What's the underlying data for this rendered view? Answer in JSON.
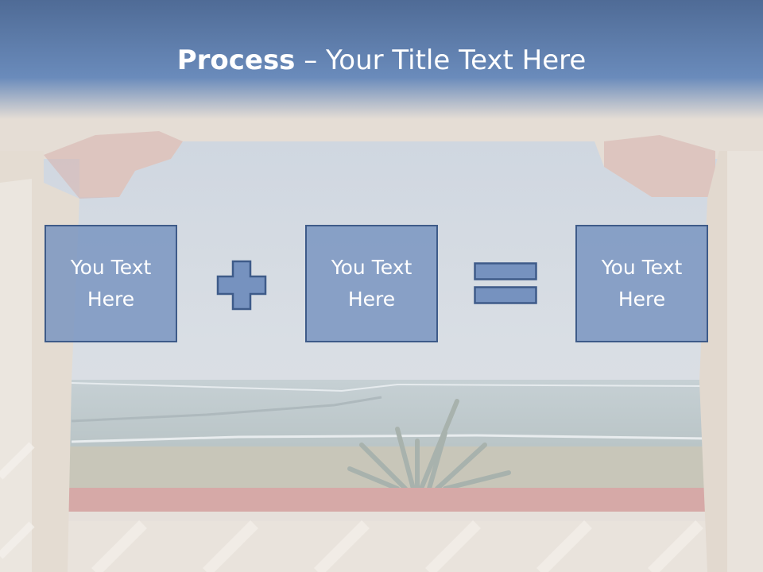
{
  "title": {
    "bold": "Process",
    "rest": " – Your Title Text Here"
  },
  "boxes": [
    {
      "text": "You Text\nHere"
    },
    {
      "text": "You Text\nHere"
    },
    {
      "text": "You Text\nHere"
    }
  ],
  "operators": {
    "plus": "plus-sign",
    "equals": "equals-sign"
  },
  "colors": {
    "header_blue": "#5d7eab",
    "box_fill": "#7692bf",
    "box_border": "#3e5b89"
  }
}
